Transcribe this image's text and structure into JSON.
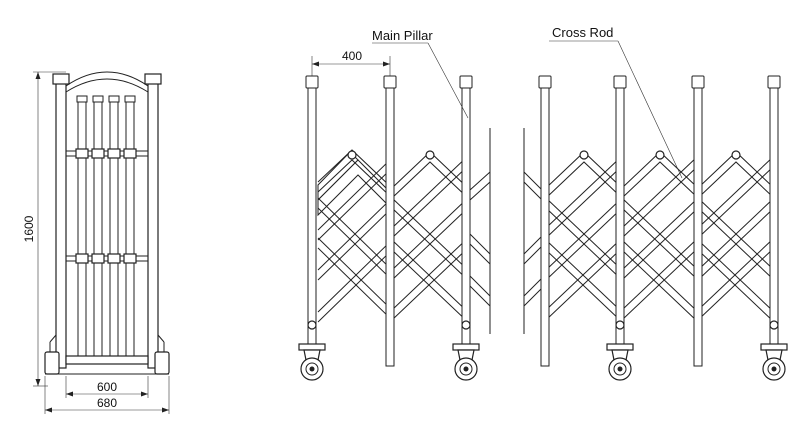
{
  "labels": {
    "main_pillar": "Main Pillar",
    "cross_rod": "Cross Rod"
  },
  "dimensions": {
    "height": "1600",
    "inner_width": "600",
    "outer_width": "680",
    "pillar_spacing": "400"
  }
}
